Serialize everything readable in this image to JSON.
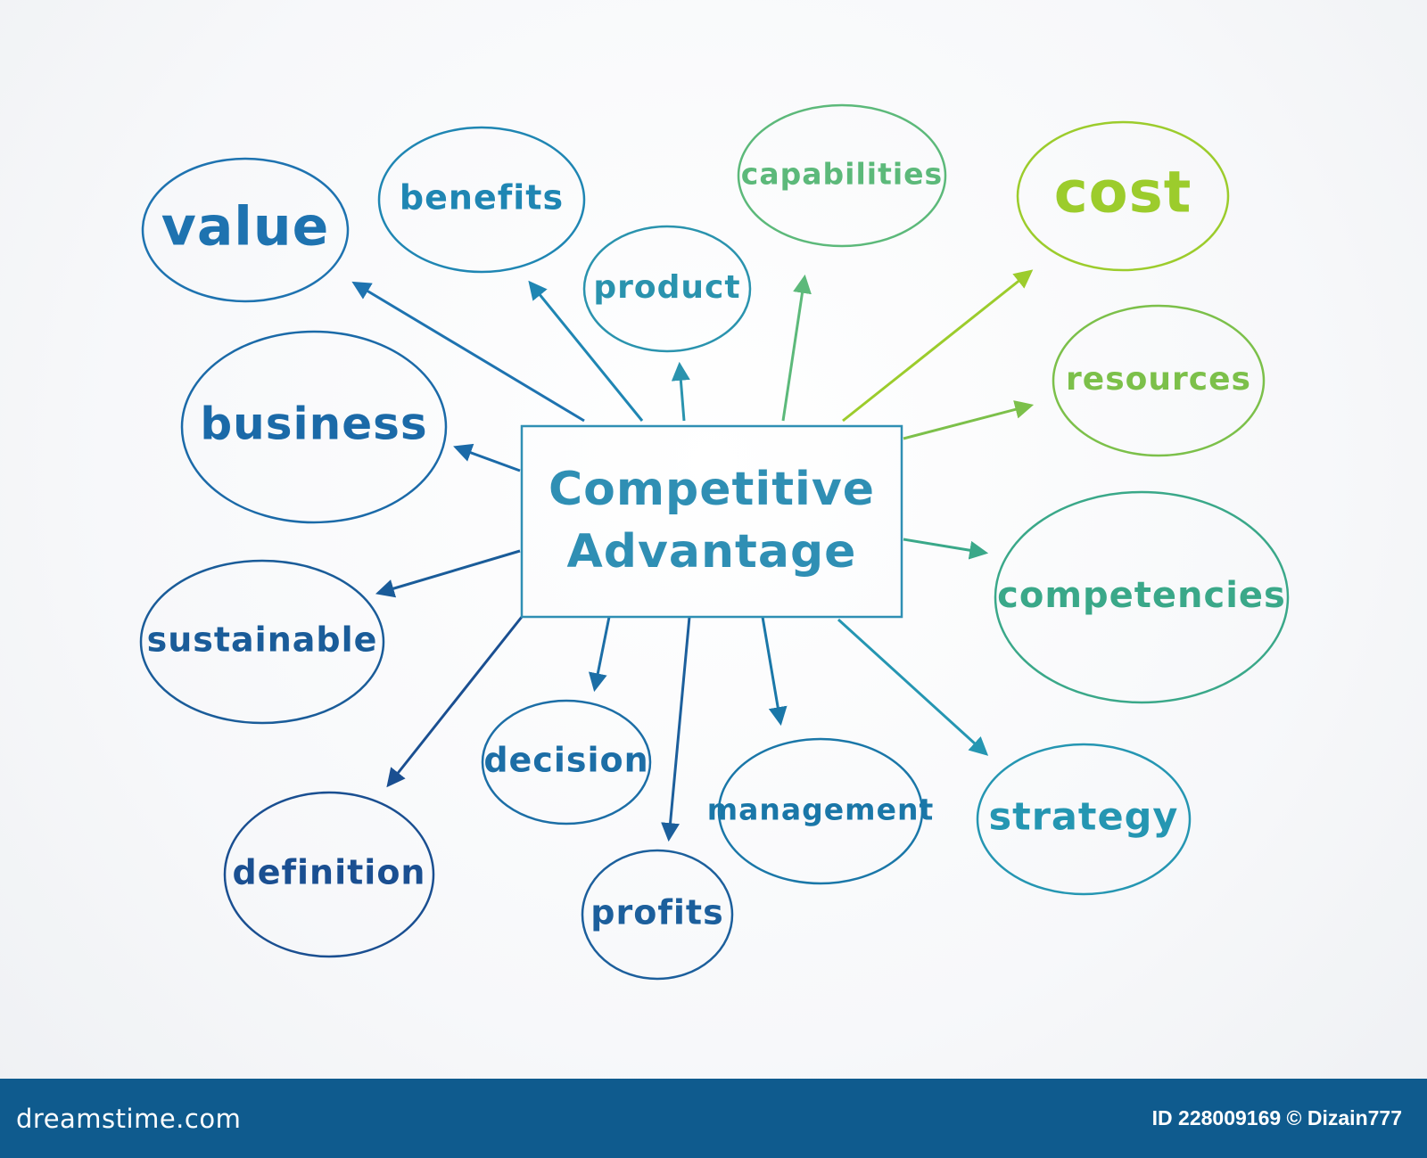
{
  "diagram": {
    "center_label": [
      "Competitive",
      "Advantage"
    ],
    "center_color": "#2f8fb4",
    "nodes": [
      {
        "id": "value",
        "label": "value",
        "color": "#1e73b0"
      },
      {
        "id": "benefits",
        "label": "benefits",
        "color": "#1f86b3"
      },
      {
        "id": "product",
        "label": "product",
        "color": "#2a93ae"
      },
      {
        "id": "capabilities",
        "label": "capabilities",
        "color": "#5cb97a"
      },
      {
        "id": "cost",
        "label": "cost",
        "color": "#9ccc2c"
      },
      {
        "id": "business",
        "label": "business",
        "color": "#1b6aa8"
      },
      {
        "id": "resources",
        "label": "resources",
        "color": "#7cc04a"
      },
      {
        "id": "competencies",
        "label": "competencies",
        "color": "#3aa889"
      },
      {
        "id": "sustainable",
        "label": "sustainable",
        "color": "#1a5c99"
      },
      {
        "id": "decision",
        "label": "decision",
        "color": "#1c6ea6"
      },
      {
        "id": "management",
        "label": "management",
        "color": "#1a77a8"
      },
      {
        "id": "strategy",
        "label": "strategy",
        "color": "#2596b2"
      },
      {
        "id": "definition",
        "label": "definition",
        "color": "#1a4f91"
      },
      {
        "id": "profits",
        "label": "profits",
        "color": "#1c5f9c"
      }
    ]
  },
  "footer": {
    "brand": "dreamstime.com",
    "credit": "ID 228009169 © Dizain777",
    "background": "#0f5b8e"
  }
}
